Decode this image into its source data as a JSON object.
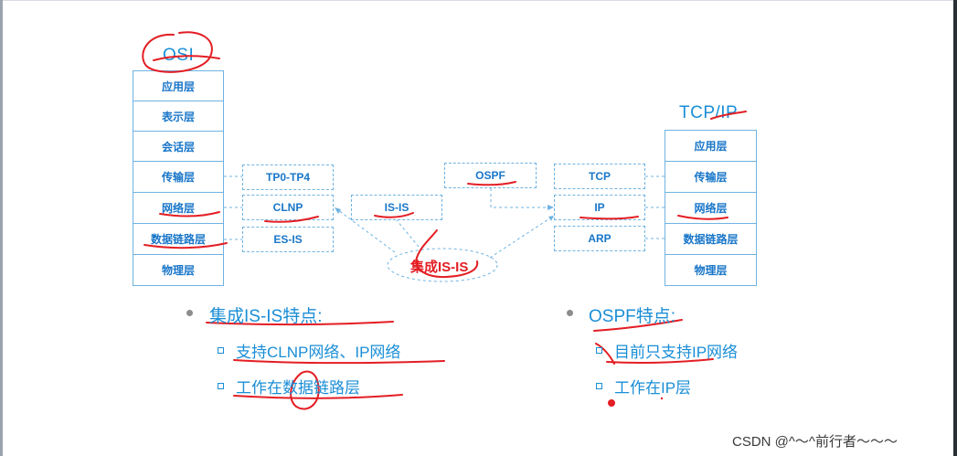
{
  "osi": {
    "title": "OSI",
    "layers": [
      "应用层",
      "表示层",
      "会话层",
      "传输层",
      "网络层",
      "数据链路层",
      "物理层"
    ]
  },
  "tcpip": {
    "title": "TCP/IP",
    "layers": [
      "应用层",
      "传输层",
      "网络层",
      "数据链路层",
      "物理层"
    ]
  },
  "osi_protocols": {
    "transport": "TP0-TP4",
    "network": "CLNP",
    "datalink": "ES-IS"
  },
  "isis": {
    "label": "IS-IS"
  },
  "ospf": {
    "label": "OSPF"
  },
  "tcpip_protocols": {
    "transport": "TCP",
    "network": "IP",
    "datalink": "ARP"
  },
  "integrated": {
    "label": "集成IS-IS"
  },
  "left_list": {
    "heading": "集成IS-IS特点:",
    "items": [
      "支持CLNP网络、IP网络",
      "工作在数据链路层"
    ]
  },
  "right_list": {
    "heading": "OSPF特点:",
    "items": [
      "目前只支持IP网络",
      "工作在IP层"
    ]
  },
  "watermark": "CSDN @^～^前行者～～～",
  "colors": {
    "text_blue": "#1a8ed6",
    "layer_text": "#1976c8",
    "border_blue": "#6fb3e2",
    "annotation_red": "#e31e24"
  }
}
